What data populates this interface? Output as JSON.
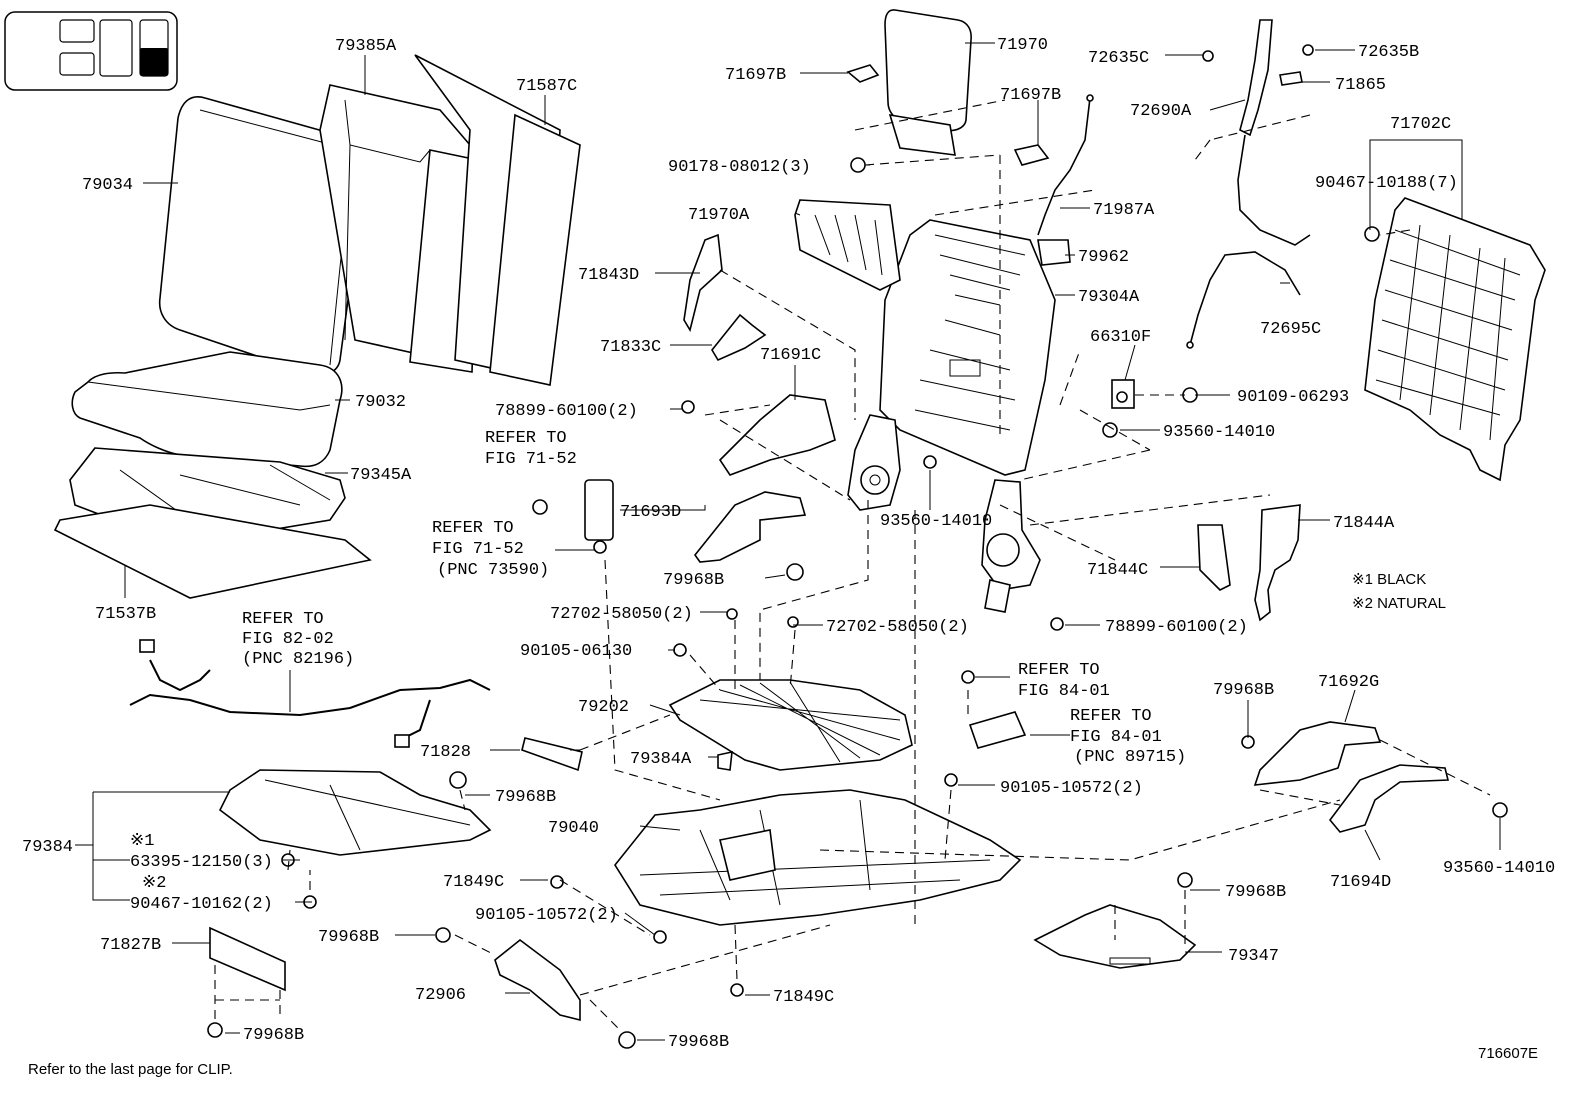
{
  "labels": {
    "l79385A": "79385A",
    "l71587C": "71587C",
    "l79034": "79034",
    "l79032": "79032",
    "l79345A": "79345A",
    "l71537B": "71537B",
    "ref_82_line1": "REFER TO",
    "ref_82_line2": "FIG 82-02",
    "ref_82_line3": "(PNC 82196)",
    "l71828": "71828",
    "l79968B_a": "79968B",
    "l79384": "79384",
    "sym1": "※1",
    "l63395": "63395-12150(3)",
    "sym2": "※2",
    "l90467_10162": "90467-10162(2)",
    "l71827B": "71827B",
    "l79968B_b": "79968B",
    "l71849C_a": "71849C",
    "l90105_10572_a": "90105-10572(2)",
    "l79968B_c": "79968B",
    "l72906": "72906",
    "l79968B_d": "79968B",
    "l71849C_b": "71849C",
    "l71697B_a": "71697B",
    "l71970": "71970",
    "l71697B_b": "71697B",
    "l90178": "90178-08012(3)",
    "l71987A": "71987A",
    "l71970A": "71970A",
    "l79962": "79962",
    "l71843D": "71843D",
    "l79304A": "79304A",
    "l71833C": "71833C",
    "l71691C": "71691C",
    "l78899_a": "78899-60100(2)",
    "ref_71_52a_line1": "REFER TO",
    "ref_71_52a_line2": "FIG 71-52",
    "ref_71_52b_line1": "REFER TO",
    "ref_71_52b_line2": "FIG 71-52",
    "ref_71_52b_line3": "(PNC 73590)",
    "l71693D": "71693D",
    "l93560_a": "93560-14010",
    "l79968B_e": "79968B",
    "l72702_a": "72702-58050(2)",
    "l72702_b": "72702-58050(2)",
    "l90105_06130": "90105-06130",
    "l79202": "79202",
    "l79384A": "79384A",
    "l79040": "79040",
    "ref_84_a_line1": "REFER TO",
    "ref_84_a_line2": "FIG 84-01",
    "ref_84_b_line1": "REFER TO",
    "ref_84_b_line2": "FIG 84-01",
    "ref_84_b_line3": "(PNC 89715)",
    "l90105_10572_b": "90105-10572(2)",
    "l72635C": "72635C",
    "l72635B": "72635B",
    "l71865": "71865",
    "l72690A": "72690A",
    "l71702C": "71702C",
    "l90467_10188": "90467-10188(7)",
    "l72695C": "72695C",
    "l66310F": "66310F",
    "l90109": "90109-06293",
    "l93560_b": "93560-14010",
    "l71844A": "71844A",
    "l71844C": "71844C",
    "l78899_b": "78899-60100(2)",
    "legend1": "※1  BLACK",
    "legend2": "※2  NATURAL",
    "l79968B_f": "79968B",
    "l71692G": "71692G",
    "l93560_c": "93560-14010",
    "l71694D": "71694D",
    "l79968B_g": "79968B",
    "l79347": "79347"
  },
  "footer": {
    "note": "Refer to the last page for CLIP.",
    "figure_code": "716607E"
  },
  "seat_position_indicator": {
    "highlighted": "right-lower-column",
    "icon": "seat-layout-icon"
  }
}
